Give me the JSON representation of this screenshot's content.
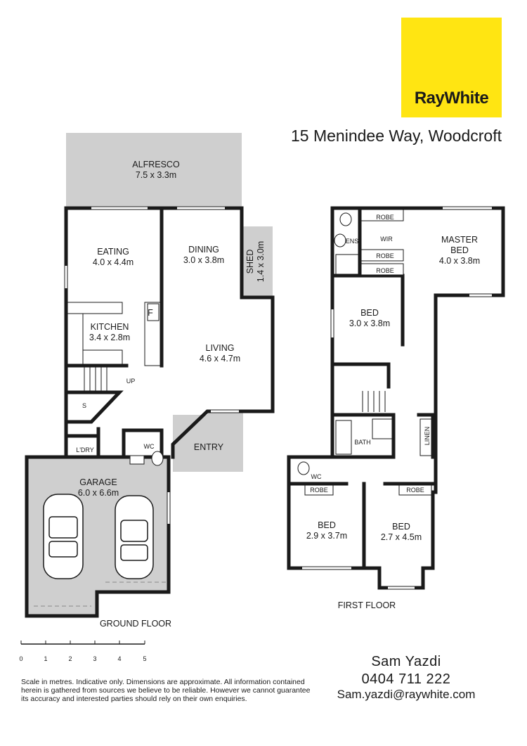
{
  "brand": {
    "name": "RayWhite",
    "color": "#ffe512"
  },
  "address": "15 Menindee Way, Woodcroft",
  "ground_floor": {
    "label": "GROUND FLOOR",
    "rooms": {
      "alfresco": {
        "name": "ALFRESCO",
        "size": "7.5 x 3.3m"
      },
      "eating": {
        "name": "EATING",
        "size": "4.0 x 4.4m"
      },
      "dining": {
        "name": "DINING",
        "size": "3.0 x 3.8m"
      },
      "shed": {
        "name": "SHED",
        "size": "1.4 x 3.0m"
      },
      "kitchen": {
        "name": "KITCHEN",
        "size": "3.4 x 2.8m"
      },
      "living": {
        "name": "LIVING",
        "size": "4.6 x 4.7m"
      },
      "entry": {
        "name": "ENTRY"
      },
      "laundry": {
        "name": "L'DRY"
      },
      "wc": {
        "name": "WC"
      },
      "garage": {
        "name": "GARAGE",
        "size": "6.0 x 6.6m"
      },
      "fridge": "F",
      "up": "UP",
      "storage": "S"
    }
  },
  "first_floor": {
    "label": "FIRST FLOOR",
    "rooms": {
      "master": {
        "name": "MASTER",
        "name2": "BED",
        "size": "4.0 x 3.8m"
      },
      "bed1": {
        "name": "BED",
        "size": "3.0 x 3.8m"
      },
      "bed2": {
        "name": "BED",
        "size": "2.9 x 3.7m"
      },
      "bed3": {
        "name": "BED",
        "size": "2.7 x 4.5m"
      },
      "ens": "ENS",
      "wir": "WIR",
      "robe": "ROBE",
      "bath": "BATH",
      "wc": "WC",
      "linen": "LINEN"
    }
  },
  "scale": {
    "ticks": [
      "0",
      "1",
      "2",
      "3",
      "4",
      "5"
    ]
  },
  "disclaimer": "Scale in metres. Indicative only. Dimensions are approximate. All information contained herein is gathered from sources we believe to be reliable. However we cannot guarantee its accuracy and interested parties should rely on their own enquiries.",
  "agent": {
    "name": "Sam Yazdi",
    "phone": "0404 711 222",
    "email": "Sam.yazdi@raywhite.com"
  }
}
